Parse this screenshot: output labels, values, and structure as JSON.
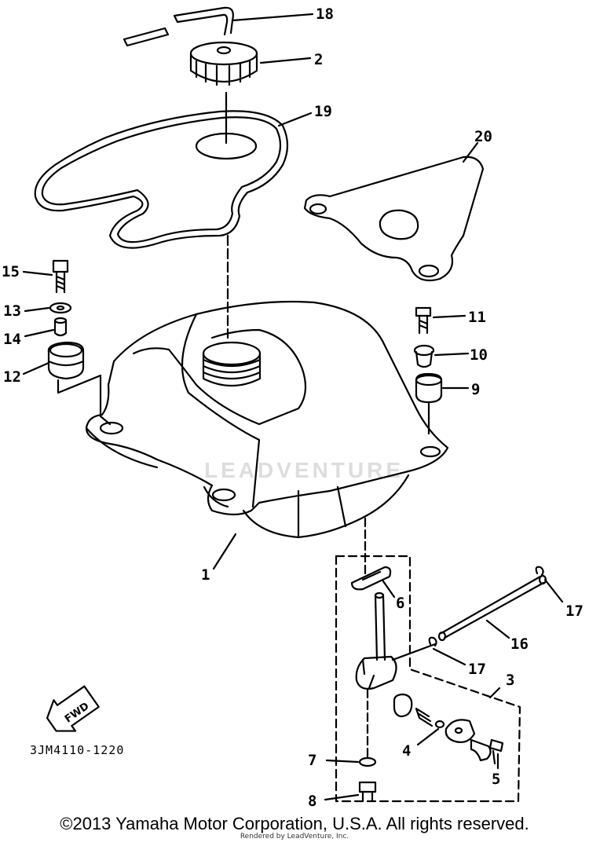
{
  "diagram": {
    "callouts": {
      "c1": "1",
      "c2": "2",
      "c3": "3",
      "c4": "4",
      "c5": "5",
      "c6": "6",
      "c7": "7",
      "c8": "8",
      "c9": "9",
      "c10": "10",
      "c11": "11",
      "c12": "12",
      "c13": "13",
      "c14": "14",
      "c15": "15",
      "c16": "16",
      "c17a": "17",
      "c17b": "17",
      "c18": "18",
      "c19": "19",
      "c20": "20"
    },
    "fwd_label": "FWD",
    "part_code": "3JM4110-1220",
    "watermark": "LEADVENTURE"
  },
  "footer": {
    "copyright": "©2013 Yamaha Motor Corporation, U.S.A. All rights reserved.",
    "rendered_by": "Rendered by LeadVenture, Inc."
  }
}
